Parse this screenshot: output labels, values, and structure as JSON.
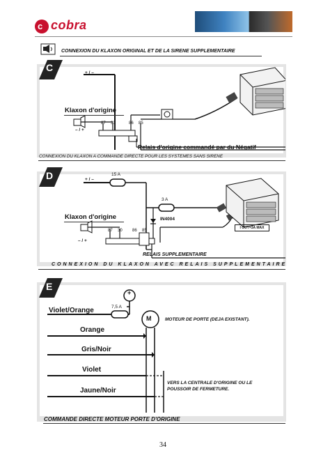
{
  "brand": {
    "logo_text": "cobra",
    "logo_letter": "c"
  },
  "header": {
    "title": "CONNEXION DU KLAXON ORIGINAL ET DE LA SIRENE SUPPLEMENTAIRE"
  },
  "section_c": {
    "letter": "C",
    "polarity_top": "+ / –",
    "polarity_bottom": "– / +",
    "klaxon_label": "Klaxon d'origine",
    "terminals": [
      "87",
      "30",
      "86",
      "85"
    ],
    "relay_label": "Relais d'origine commandé par du Négatif",
    "footer": "CONNEXION DU KLAXON A COMMANDE DIRECTE POUR LES SYSTEMES SANS SIRENE"
  },
  "section_d": {
    "letter": "D",
    "polarity_top": "+ / –",
    "polarity_bottom": "– / +",
    "fuse_top": "15 A",
    "fuse_mid": "3 A",
    "diode": "IN4004",
    "klaxon_label": "Klaxon d'origine",
    "terminals": [
      "87",
      "30",
      "86",
      "85"
    ],
    "output_label": "I OUT=3A MAX",
    "relay_label": "RELAIS SUPPLEMENTAIRE",
    "footer": "CONNEXION DU KLAXON AVEC RELAIS SUPPLEMENTAIRE"
  },
  "section_e": {
    "letter": "E",
    "plus": "+",
    "fuse": "7,5 A",
    "motor": "M",
    "motor_label": "MOTEUR DE PORTE (DEJA EXISTANT).",
    "wires": [
      "Violet/Orange",
      "Orange",
      "Gris/Noir",
      "Violet",
      "Jaune/Noir"
    ],
    "central_label_1": "VERS LA CENTRALE D'ORIGINE OU LE",
    "central_label_2": "POUSSOIR DE FERMETURE.",
    "footer": "COMMANDE DIRECTE MOTEUR PORTE D'ORIGINE"
  },
  "page": {
    "number": "34"
  }
}
